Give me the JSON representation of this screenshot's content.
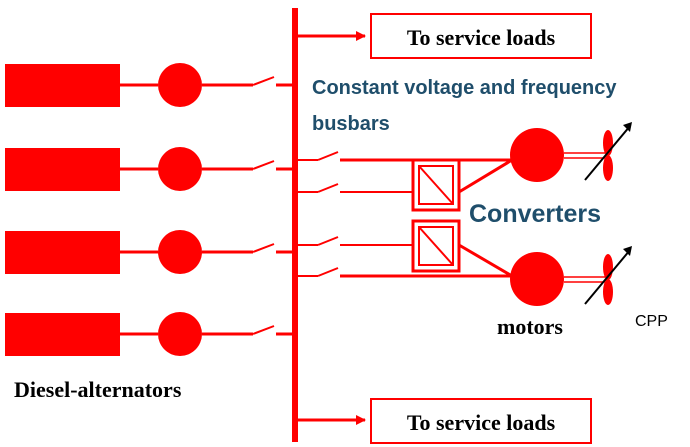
{
  "labels": {
    "service_loads_top": "To service loads",
    "service_loads_bottom": "To service loads",
    "busbar_line1": "Constant voltage and frequency",
    "busbar_line2": "busbars",
    "converters": "Converters",
    "motors": "motors",
    "cpp": "CPP",
    "diesel_alternators": "Diesel-alternators"
  },
  "colors": {
    "power": "#ff0000",
    "busbar_text": "#1f4e6b",
    "label_text": "#000000"
  }
}
